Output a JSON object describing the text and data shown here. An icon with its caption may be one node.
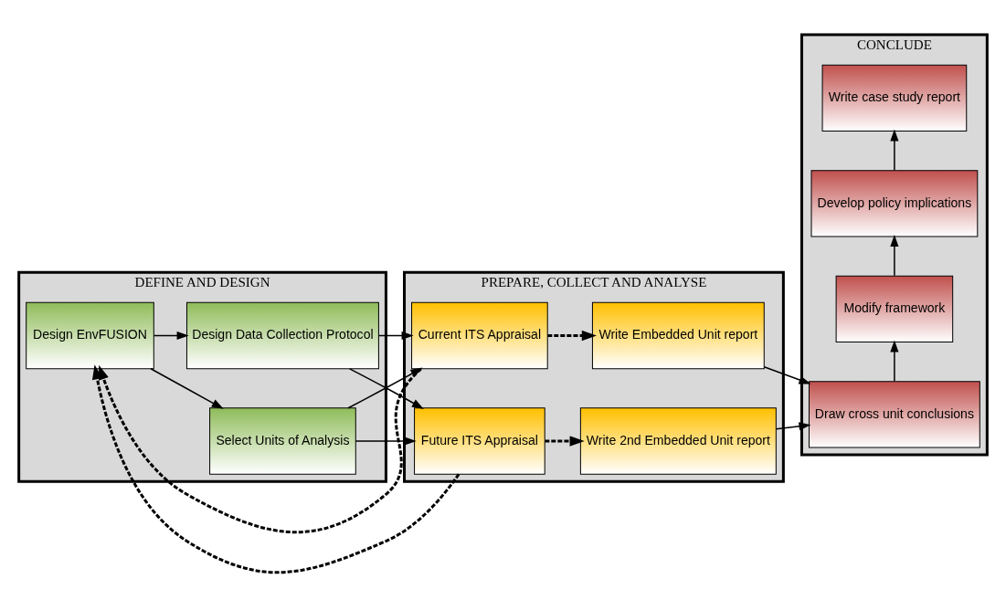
{
  "diagram": {
    "nodes": [
      {
        "text": [
          "DEFINE AND DESIGN"
        ]
      },
      {
        "text": [
          "Select Units of Analysis"
        ],
        "in": 0
      },
      {
        "text": [
          "Design EnvFUSION"
        ],
        "in": 0
      },
      {
        "text": [
          "Design Data Collection Protocol"
        ],
        "in": 0
      },
      {
        "text": [
          "PREPARE, COLLECT AND ANALYSE"
        ]
      },
      {
        "text": [
          "Current ITS Appraisal"
        ],
        "in": 4
      },
      {
        "text": [
          "Write Embedded Unit report"
        ],
        "in": 4
      },
      {
        "text": [
          "Future ITS Appraisal"
        ],
        "in": 4
      },
      {
        "text": [
          "Write 2nd Embedded Unit report"
        ],
        "in": 4
      },
      {
        "text": [
          "CONCLUDE"
        ]
      },
      {
        "text": [
          "Draw cross unit conclusions"
        ],
        "in": 9
      },
      {
        "text": [
          "Modify framework"
        ],
        "in": 9
      },
      {
        "text": [
          "Develop policy implications"
        ],
        "in": 9
      },
      {
        "text": [
          "Write case study report"
        ],
        "in": 9
      }
    ],
    "edges": [
      {
        "from": 2,
        "to": 1,
        "arrow": "to"
      },
      {
        "from": 2,
        "to": 3,
        "arrow": "to"
      },
      {
        "from": 1,
        "to": 5,
        "arrow": "to"
      },
      {
        "from": 1,
        "to": 7,
        "arrow": "to"
      },
      {
        "from": 3,
        "to": 5,
        "arrow": "to"
      },
      {
        "from": 3,
        "to": 7,
        "arrow": "to"
      },
      {
        "from": 5,
        "to": 6,
        "arrow": "to",
        "style": "dashed"
      },
      {
        "from": 7,
        "to": 8,
        "arrow": "to",
        "style": "dashed"
      },
      {
        "from": 5,
        "to": 2,
        "arrow": "to",
        "style": "dashed"
      },
      {
        "from": 7,
        "to": 2,
        "arrow": "to",
        "style": "dashed"
      },
      {
        "from": 6,
        "to": 10,
        "arrow": "to"
      },
      {
        "from": 8,
        "to": 10,
        "arrow": "to"
      },
      {
        "from": 10,
        "to": 11,
        "arrow": "to"
      },
      {
        "from": 11,
        "to": 12,
        "arrow": "to"
      },
      {
        "from": 12,
        "to": 13,
        "arrow": "to"
      }
    ]
  }
}
